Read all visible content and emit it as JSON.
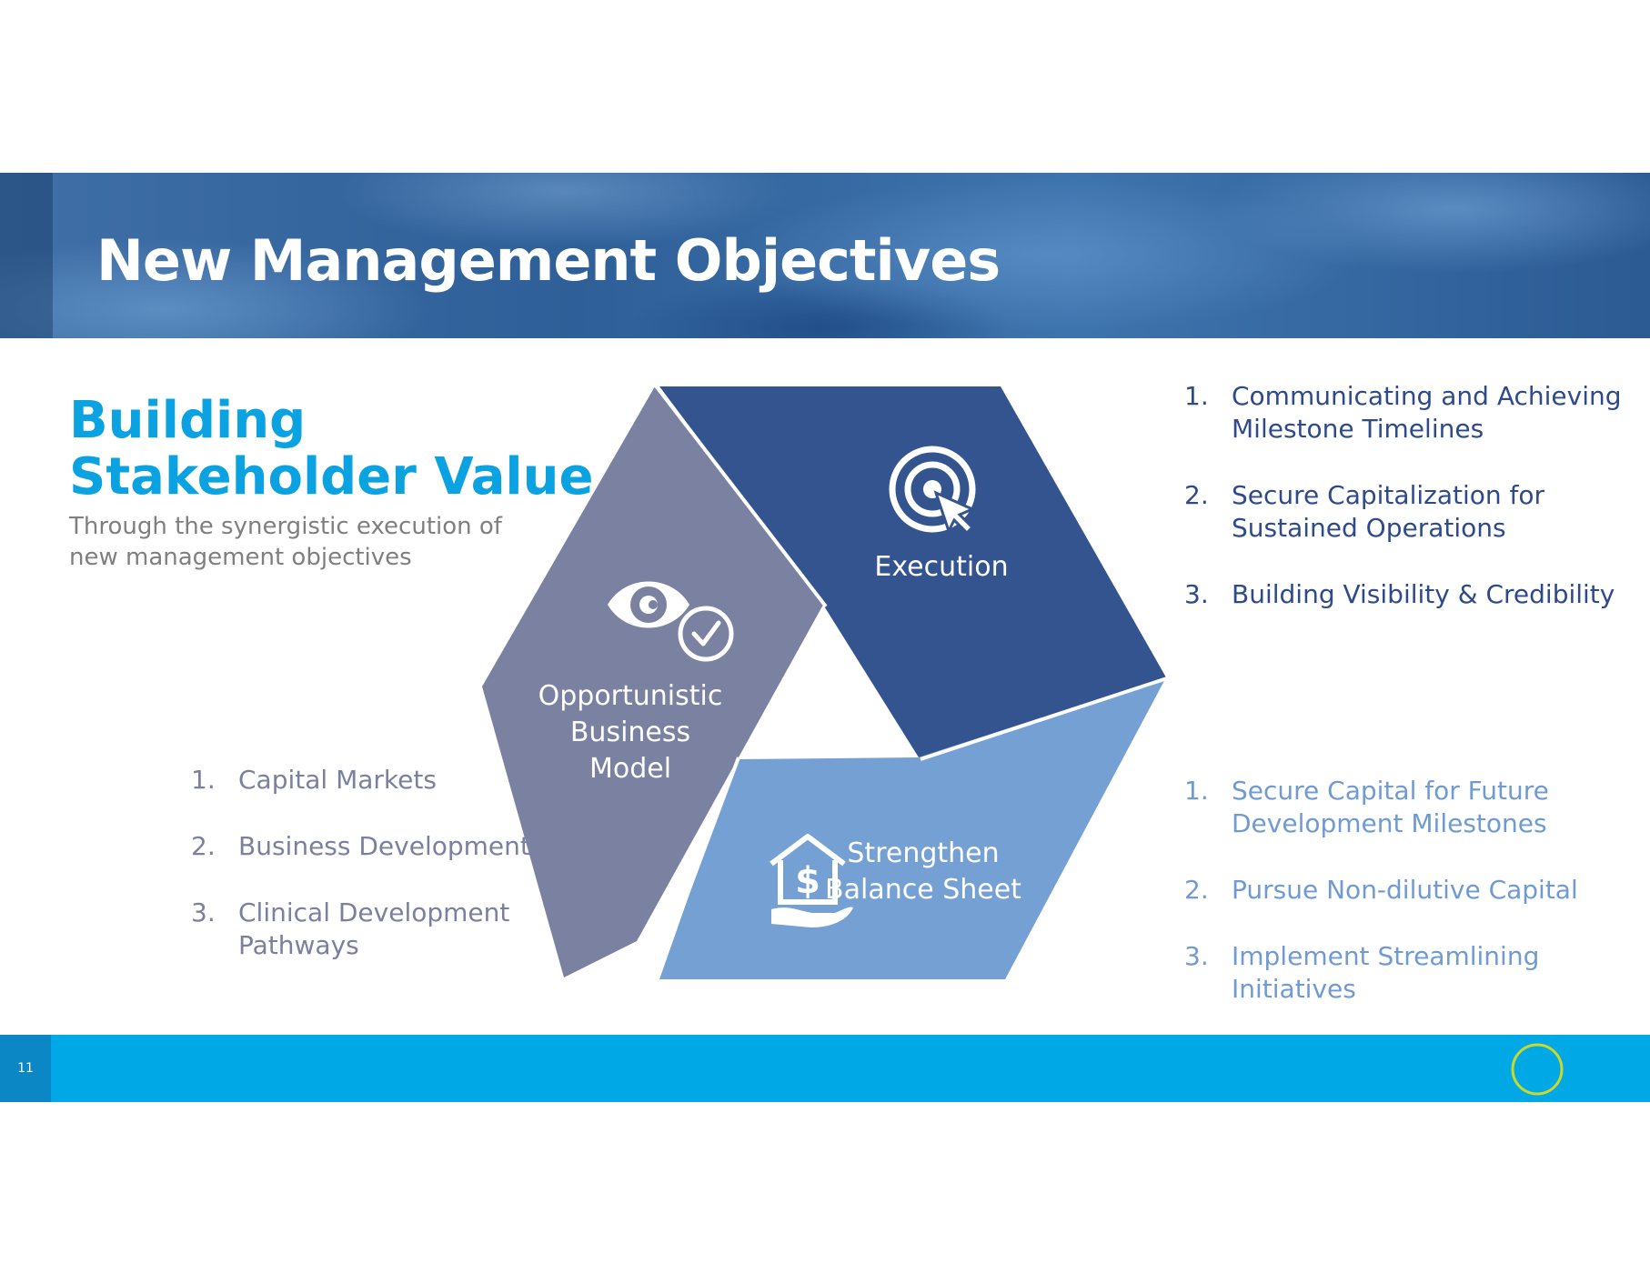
{
  "header": {
    "title": "New Management Objectives"
  },
  "intro": {
    "headline_line1": "Building",
    "headline_line2": "Stakeholder Value",
    "subtitle_line1": "Through the synergistic execution of",
    "subtitle_line2": "new management objectives"
  },
  "diagram": {
    "execution": {
      "label": "Execution",
      "color": "#33548f",
      "icon": "target-cursor-icon"
    },
    "balance": {
      "label_line1": "Strengthen",
      "label_line2": "Balance Sheet",
      "color": "#74a0d4",
      "icon": "house-dollar-hand-icon"
    },
    "opportunistic": {
      "label_line1": "Opportunistic",
      "label_line2": "Business",
      "label_line3": "Model",
      "color": "#7a81a1",
      "icon": "eye-check-icon"
    }
  },
  "lists": {
    "execution_items": [
      {
        "num": "1.",
        "text_line1": "Communicating and Achieving",
        "text_line2": "Milestone Timelines"
      },
      {
        "num": "2.",
        "text_line1": "Secure Capitalization for",
        "text_line2": "Sustained Operations"
      },
      {
        "num": "3.",
        "text_line1": "Building Visibility & Credibility"
      }
    ],
    "balance_items": [
      {
        "num": "1.",
        "text_line1": "Secure Capital for Future",
        "text_line2": "Development Milestones"
      },
      {
        "num": "2.",
        "text_line1": "Pursue Non-dilutive Capital"
      },
      {
        "num": "3.",
        "text_line1": "Implement Streamlining",
        "text_line2": "Initiatives"
      }
    ],
    "opportunistic_items": [
      {
        "num": "1.",
        "text_line1": "Capital Markets"
      },
      {
        "num": "2.",
        "text_line1": "Business Development"
      },
      {
        "num": "3.",
        "text_line1": "Clinical Development",
        "text_line2": "Pathways"
      }
    ]
  },
  "footer": {
    "page_number": "11",
    "bar_color": "#00a8e6",
    "logo_color": "#c8d92b"
  }
}
